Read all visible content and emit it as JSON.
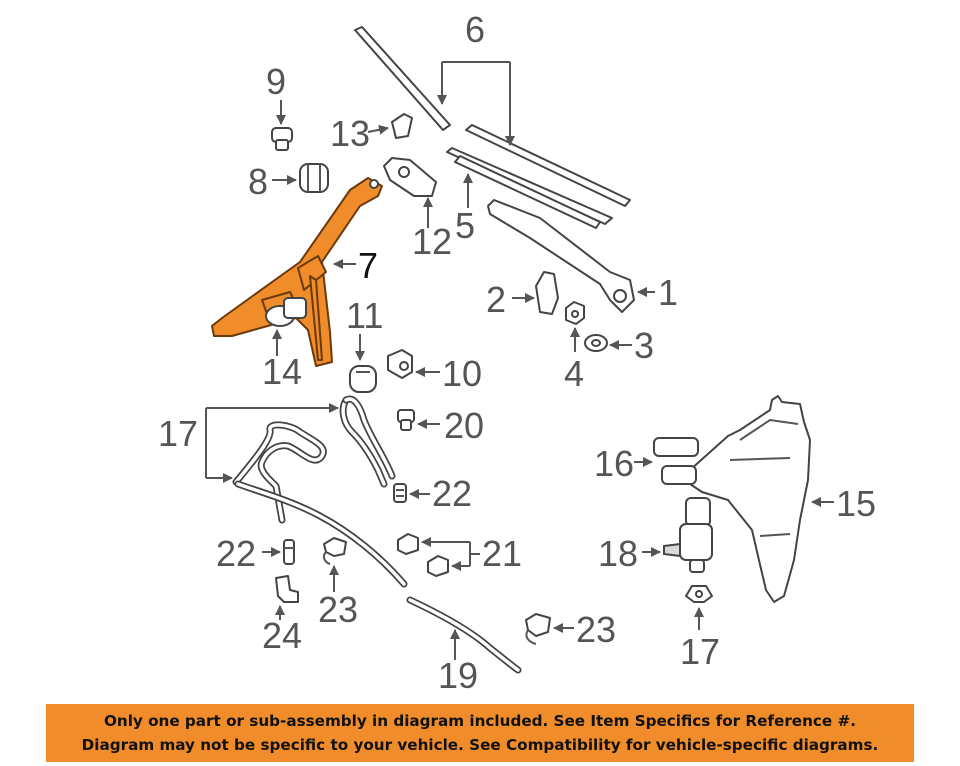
{
  "callouts": {
    "n1": "1",
    "n2": "2",
    "n3": "3",
    "n4": "4",
    "n5": "5",
    "n6": "6",
    "n7": "7",
    "n8": "8",
    "n9": "9",
    "n10": "10",
    "n11": "11",
    "n12": "12",
    "n13": "13",
    "n14": "14",
    "n15": "15",
    "n16": "16",
    "n17a": "17",
    "n17b": "17",
    "n18": "18",
    "n19": "19",
    "n20": "20",
    "n21": "21",
    "n22a": "22",
    "n22b": "22",
    "n23a": "23",
    "n23b": "23",
    "n24": "24"
  },
  "notice": {
    "line1": "Only one part or sub-assembly in diagram included. See Item Specifics for Reference #.",
    "line2": "Diagram may not be specific to your vehicle. See Compatibility for vehicle-specific diagrams."
  },
  "colors": {
    "highlight": "#f08c2a",
    "line": "#444444",
    "label": "#555555"
  }
}
